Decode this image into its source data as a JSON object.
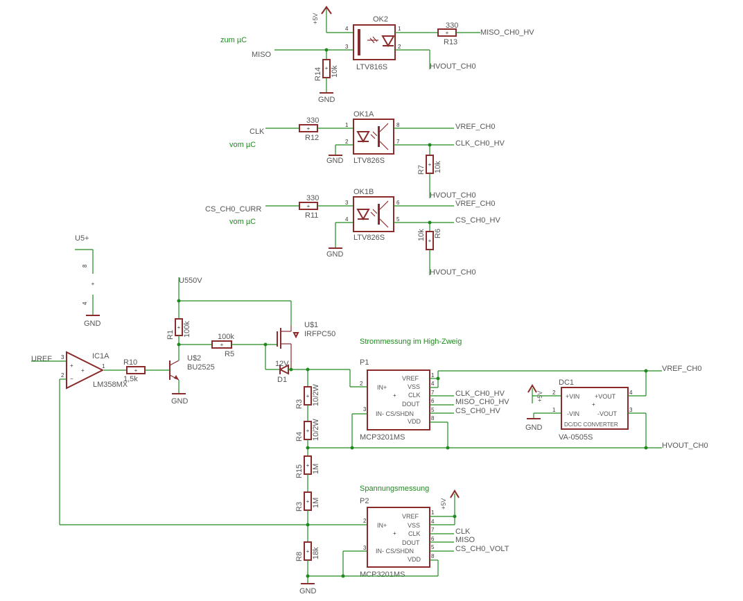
{
  "opto_ok2": {
    "name": "OK2",
    "value": "LTV816S",
    "pins": [
      "4",
      "3",
      "1",
      "2"
    ]
  },
  "opto_ok1a": {
    "name": "OK1A",
    "value": "LTV826S",
    "pins": [
      "1",
      "2",
      "8",
      "7"
    ]
  },
  "opto_ok1b": {
    "name": "OK1B",
    "value": "LTV826S",
    "pins": [
      "3",
      "4",
      "6",
      "5"
    ]
  },
  "res": {
    "r13": {
      "name": "R13",
      "value": "330"
    },
    "r14": {
      "name": "R14",
      "value": "10k"
    },
    "r12": {
      "name": "R12",
      "value": "330"
    },
    "r7": {
      "name": "R7",
      "value": "10k"
    },
    "r11": {
      "name": "R11",
      "value": "330"
    },
    "r6": {
      "name": "R6",
      "value": "10k"
    },
    "r1": {
      "name": "R1",
      "value": "100k"
    },
    "r5": {
      "name": "R5",
      "value": "100k"
    },
    "r10": {
      "name": "R10",
      "value": "1,5k"
    },
    "r3a": {
      "name": "R3",
      "value": "10/2W"
    },
    "r4": {
      "name": "R4",
      "value": "10/2W"
    },
    "r15": {
      "name": "R15",
      "value": "1M"
    },
    "r3b": {
      "name": "R3",
      "value": "1M"
    },
    "r8": {
      "name": "R8",
      "value": "18k"
    }
  },
  "nets": {
    "p5v": "+5V",
    "miso_ch0_hv": "MISO_CH0_HV",
    "zum_uc": "zum µC",
    "miso": "MISO",
    "hvout_ch0": "HVOUT_CH0",
    "gnd": "GND",
    "clk": "CLK",
    "vom_uc": "vom µC",
    "vref_ch0": "VREF_CH0",
    "clk_ch0_hv": "CLK_CH0_HV",
    "cs_ch0_curr": "CS_CH0_CURR",
    "cs_ch0_hv": "CS_CH0_HV",
    "u5p": "U5+",
    "u550v": "U550V",
    "uref": "UREF",
    "cs_ch0_volt": "CS_CH0_VOLT"
  },
  "pwr_pins": [
    "8",
    "4"
  ],
  "ic1a": {
    "name": "IC1A",
    "value": "LM358MX",
    "pins": [
      "3",
      "2",
      "1"
    ]
  },
  "u2": {
    "name": "U$2",
    "value": "BU2525"
  },
  "u1": {
    "name": "U$1",
    "value": "IRFPC50"
  },
  "d1": {
    "name": "D1",
    "value": "12V"
  },
  "headings": {
    "strom": "Strommessung im High-Zweig",
    "spann": "Spannungsmessung"
  },
  "p1": {
    "name": "P1",
    "value": "MCP3201MS",
    "left_pins": [
      {
        "num": "2",
        "label": "IN+"
      },
      {
        "num": "3",
        "label": "IN- CS/SHDN"
      }
    ],
    "right_pins": [
      {
        "num": "1",
        "label": "VREF"
      },
      {
        "num": "4",
        "label": "VSS"
      },
      {
        "num": "7",
        "label": "CLK"
      },
      {
        "num": "6",
        "label": "DOUT"
      },
      {
        "num": "5",
        "label": "CS/SHDN"
      },
      {
        "num": "8",
        "label": "VDD"
      }
    ],
    "out_labels": [
      "CLK_CH0_HV",
      "MISO_CH0_HV",
      "CS_CH0_HV"
    ]
  },
  "p2": {
    "name": "P2",
    "value": "MCP3201MS",
    "left_pins": [
      {
        "num": "2",
        "label": "IN+"
      },
      {
        "num": "3",
        "label": "IN- CS/SHDN"
      }
    ],
    "right_pins": [
      {
        "num": "1",
        "label": "VREF"
      },
      {
        "num": "4",
        "label": "VSS"
      },
      {
        "num": "7",
        "label": "CLK"
      },
      {
        "num": "6",
        "label": "DOUT"
      },
      {
        "num": "5",
        "label": "CS/SHDN"
      },
      {
        "num": "8",
        "label": "VDD"
      }
    ],
    "out_labels": [
      "CLK",
      "MISO",
      "CS_CH0_VOLT"
    ]
  },
  "dc1": {
    "name": "DC1",
    "value": "VA-0505S",
    "title": "DC/DC CONVERTER",
    "pins": [
      {
        "num": "2",
        "label": "+VIN"
      },
      {
        "num": "1",
        "label": "-VIN"
      },
      {
        "num": "4",
        "label": "+VOUT"
      },
      {
        "num": "3",
        "label": "-VOUT"
      }
    ]
  }
}
